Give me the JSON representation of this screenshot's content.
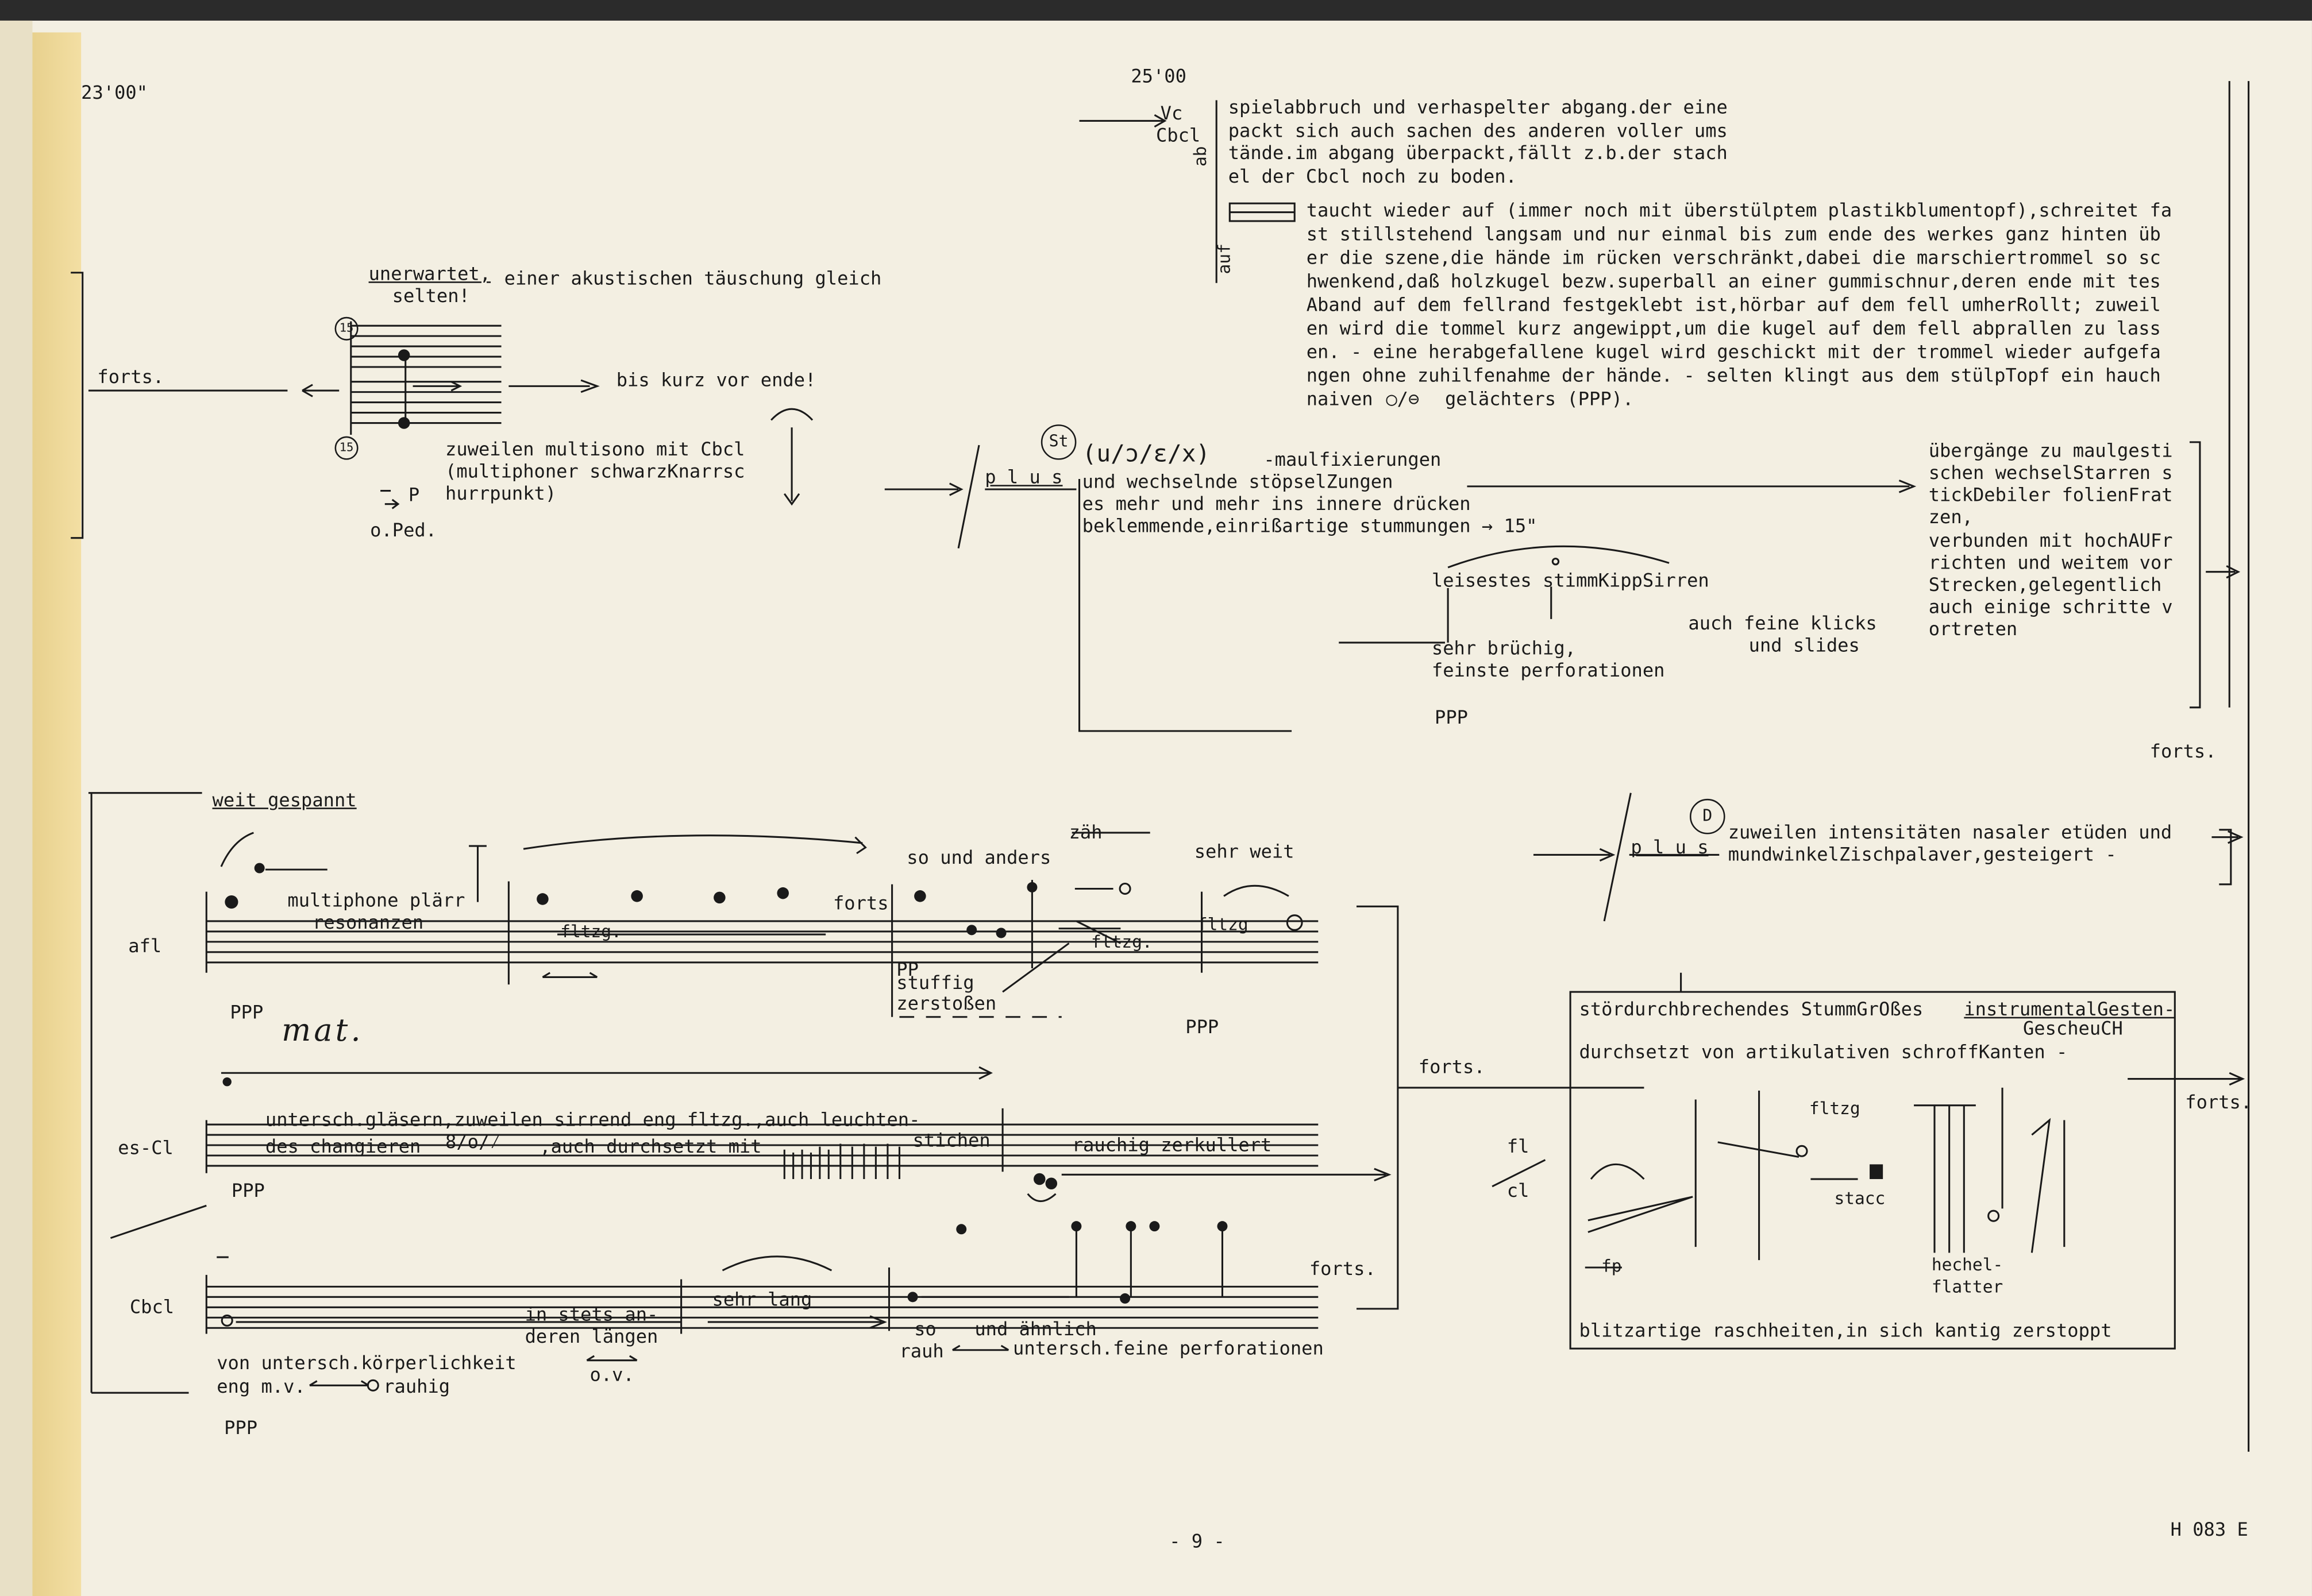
{
  "timestamps": {
    "left": "23'00\"",
    "center": "25'00"
  },
  "instruments": {
    "vc": "Vc",
    "cbcl": "Cbcl",
    "ab": "ab",
    "auf": "auf",
    "afl": "afl",
    "escl": "es-Cl",
    "cbcl_low": "Cbcl",
    "fl": "fl",
    "cl": "cl"
  },
  "dynamics": {
    "ppp_afl": "PPP",
    "ppp_escl": "PPP",
    "ppp_cbcl": "PPP",
    "ppp_afl_right": "PPP",
    "ppp_mid": "PPP",
    "p_small": "P",
    "pp_stuffig": "PP",
    "fp": "fp"
  },
  "top_left": {
    "forts": "forts.",
    "unerwartet": "unerwartet,",
    "gleich": "einer akustischen täuschung gleich",
    "selten": "selten!",
    "bis_kurz": "bis kurz vor ende!",
    "multisono_1": "zuweilen multisono mit Cbcl",
    "multisono_2": "(multiphoner schwarzKnarrsc",
    "multisono_3": "hurrpunkt)",
    "oped": "o.Ped.",
    "fifteen_top": "15",
    "fifteen_bottom": "15"
  },
  "top_right": {
    "ab_lines": [
      "spielabbruch und verhaspelter abgang.der eine",
      "packt sich auch sachen des anderen voller ums",
      "tände.im abgang überpackt,fällt z.b.der stach",
      "el der Cbcl noch zu boden."
    ],
    "auf_first": "taucht wieder auf (immer noch mit überstülptem plastikblumentopf),schreitet fa",
    "auf_lines": [
      "st stillstehend langsam und nur einmal bis zum ende des werkes ganz hinten üb",
      "er die szene,die hände im rücken verschränkt,dabei die marschiertrommel so sc",
      "hwenkend,daß holzkugel bezw.superball an einer gummischnur,deren ende mit tes",
      "Aband auf dem fellrand festgeklebt ist,hörbar auf dem fell umherRollt; zuweil",
      "en wird die tommel kurz angewippt,um die kugel auf dem fell abprallen zu lass",
      "en. - eine herabgefallene kugel wird geschickt mit der trommel wieder aufgefa",
      "ngen ohne zuhilfenahme der hände. - selten klingt aus dem stülpTopf ein hauch"
    ],
    "auf_last_a": "naiven",
    "auf_last_b": "gelächters (PPP)."
  },
  "middle": {
    "plus_st": "p l u s",
    "st": "St",
    "vowels": "(u/ɔ/ε/x)",
    "mf_lines": [
      "-maulfixierungen",
      "und wechselnde stöpselZungen",
      "es mehr und mehr ins innere drücken",
      "beklemmende,einrißartige stummungen → 15\""
    ],
    "leisestes": "leisestes stimmKippSirren",
    "bruechig_1": "sehr brüchig,",
    "bruechig_2": "feinste perforationen",
    "klicks_1": "auch feine klicks",
    "klicks_2": "und slides",
    "uebergaenge": [
      "übergänge zu maulgesti",
      "schen wechselStarren s",
      "tickDebiler folienFrat",
      "zen,",
      "verbunden mit hochAUFr",
      "richten und weitem vor",
      "Strecken,gelegentlich",
      "auch einige schritte v",
      "ortreten"
    ],
    "forts": "forts."
  },
  "afl_block": {
    "weit_gespannt": "weit gespannt",
    "multiphone_1": "multiphone plärr",
    "multiphone_2": "resonanzen",
    "fltzg": "fltzg.",
    "forts": "forts",
    "so_und_anders": "so und anders",
    "zaeh": "zäh",
    "sehr_weit": "sehr weit",
    "stuffig": "stuffig",
    "zerstossen": "zerstoßen",
    "mat": "mat.",
    "fltzg_b": "fltzg.",
    "fltzg_c": "fltzg"
  },
  "plus_d": {
    "plus": "p l u s",
    "d": "D",
    "line1": "zuweilen intensitäten nasaler etüden und",
    "line2": "mundwinkelZischpalaver,gesteigert -"
  },
  "escl_block": {
    "line1": "untersch.gläsern,zuweilen sirrend eng fltzg.,auch leuchten-",
    "line2a": "des changieren",
    "line2b": ",auch durchsetzt mit",
    "stichen": "stichen",
    "rauchig": "rauchig zerkullert"
  },
  "cbcl_block": {
    "stets_1": "in stets an-",
    "stets_2": "deren längen",
    "sehr_lang": "sehr lang",
    "forts": "forts.",
    "koerper": "von untersch.körperlichkeit",
    "ov": "o.v.",
    "eng": "eng m.v.",
    "rauhig": "rauhig",
    "so": "so",
    "aehnlich": "und ähnlich",
    "rauh": "rauh",
    "perforationen": "untersch.feine perforationen"
  },
  "center_forts": "forts.",
  "box": {
    "line1a": "stördurchbrechendes StummGrOßes",
    "line1b": "instrumentalGesten-",
    "line2": "GescheuCH",
    "line3": "durchsetzt von artikulativen schroffKanten -",
    "fltzg": "fltzg",
    "stacc": "stacc",
    "hechel_1": "hechel-",
    "hechel_2": "flatter",
    "bottom": "blitzartige raschheiten,in sich kantig zerstoppt"
  },
  "right_forts": "forts.",
  "footer": {
    "page": "- 9 -",
    "code": "H 083 E"
  }
}
